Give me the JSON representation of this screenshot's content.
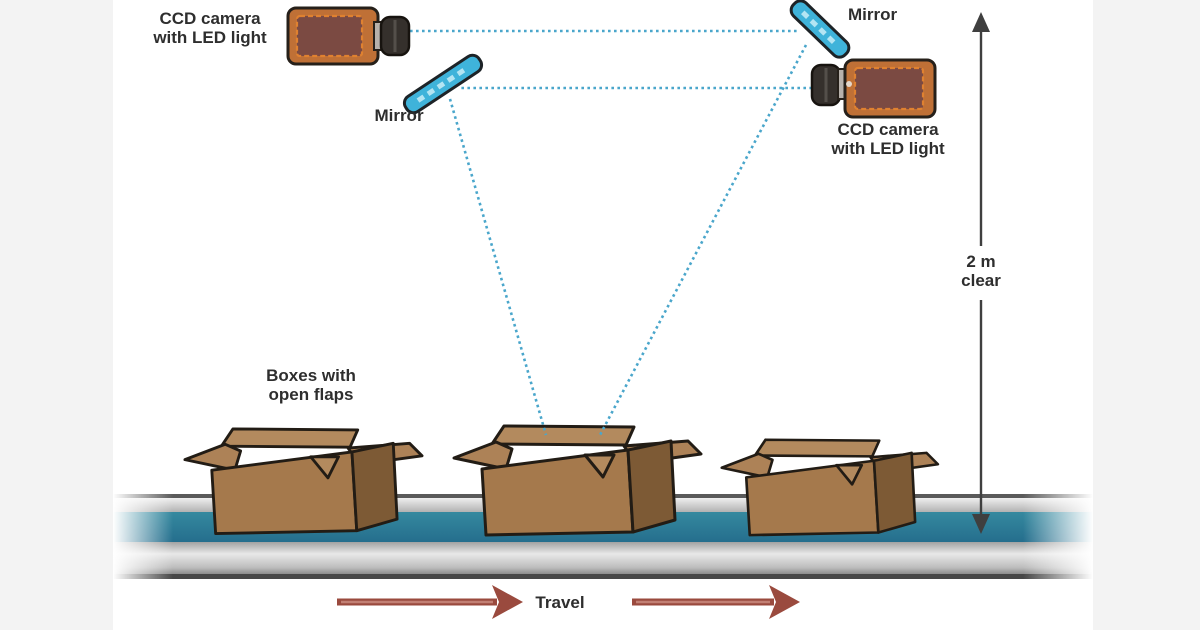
{
  "title": "CCD camera box inspection diagram",
  "labels": {
    "camera_left_1": "CCD camera",
    "camera_left_2": "with LED light",
    "mirror_top": "Mirror",
    "mirror_mid": "Mirror",
    "camera_right_1": "CCD camera",
    "camera_right_2": "with LED light",
    "boxes_1": "Boxes with",
    "boxes_2": "open flaps",
    "clearance_1": "2 m",
    "clearance_2": "clear",
    "travel": "Travel"
  },
  "colors": {
    "bg-outer": "#f3f3f3",
    "canvas": "#ffffff",
    "ink": "#2e2e2e",
    "dim-line": "#3f3f3f",
    "beam": "#4aa6cb",
    "mirror": "#3fb3da",
    "mirror-glint": "#c9eef8",
    "camera-copper": "#bf7036",
    "camera-maroon": "#7b4a42",
    "camera-dash": "#df8130",
    "lens": "#35302c",
    "belt-teal": "#2f81a0",
    "box-front": "#a5794c",
    "box-side": "#7d5a35",
    "box-flap": "#b38a5e",
    "box-wing": "#ad8257",
    "arrow-red": "#9a4a3e"
  }
}
